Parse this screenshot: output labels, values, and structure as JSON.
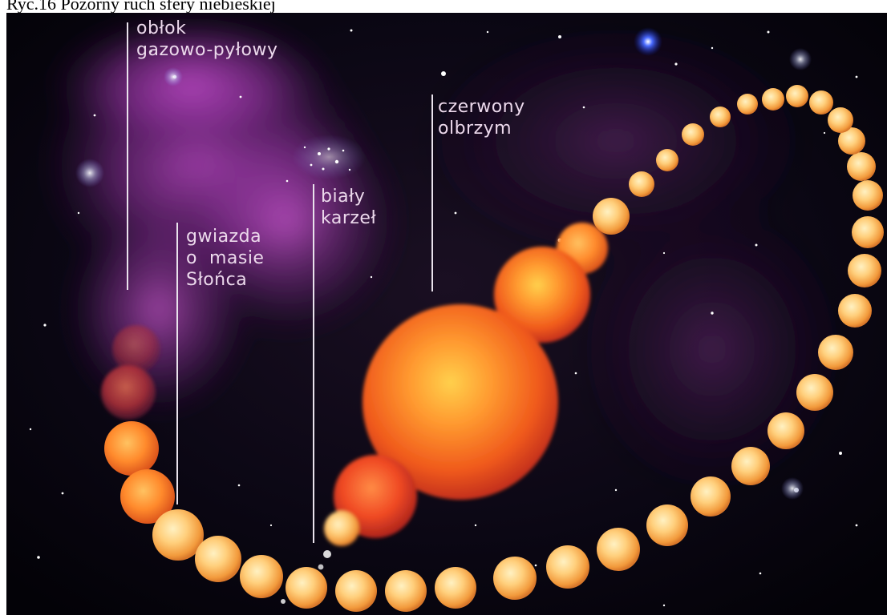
{
  "caption": "Ryc.16 Pozorny ruch sfery niebieskiej",
  "labels": {
    "cloud_line1": "obłok",
    "cloud_line2": "gazowo-pyłowy",
    "sunlike_line1": "gwiazda",
    "sunlike_line2": "o  masie",
    "sunlike_line3": "Słońca",
    "white_dwarf_line1": "biały",
    "white_dwarf_line2": "karzeł",
    "red_giant_line1": "czerwony",
    "red_giant_line2": "olbrzym"
  },
  "colors": {
    "space": "#05040b",
    "nebula": "#c044c8",
    "sun_star": "#ffc36b",
    "red_giant": "#ff7a1e",
    "label_text": "#ecd9ec",
    "pointer_line": "#e9e2ec"
  }
}
